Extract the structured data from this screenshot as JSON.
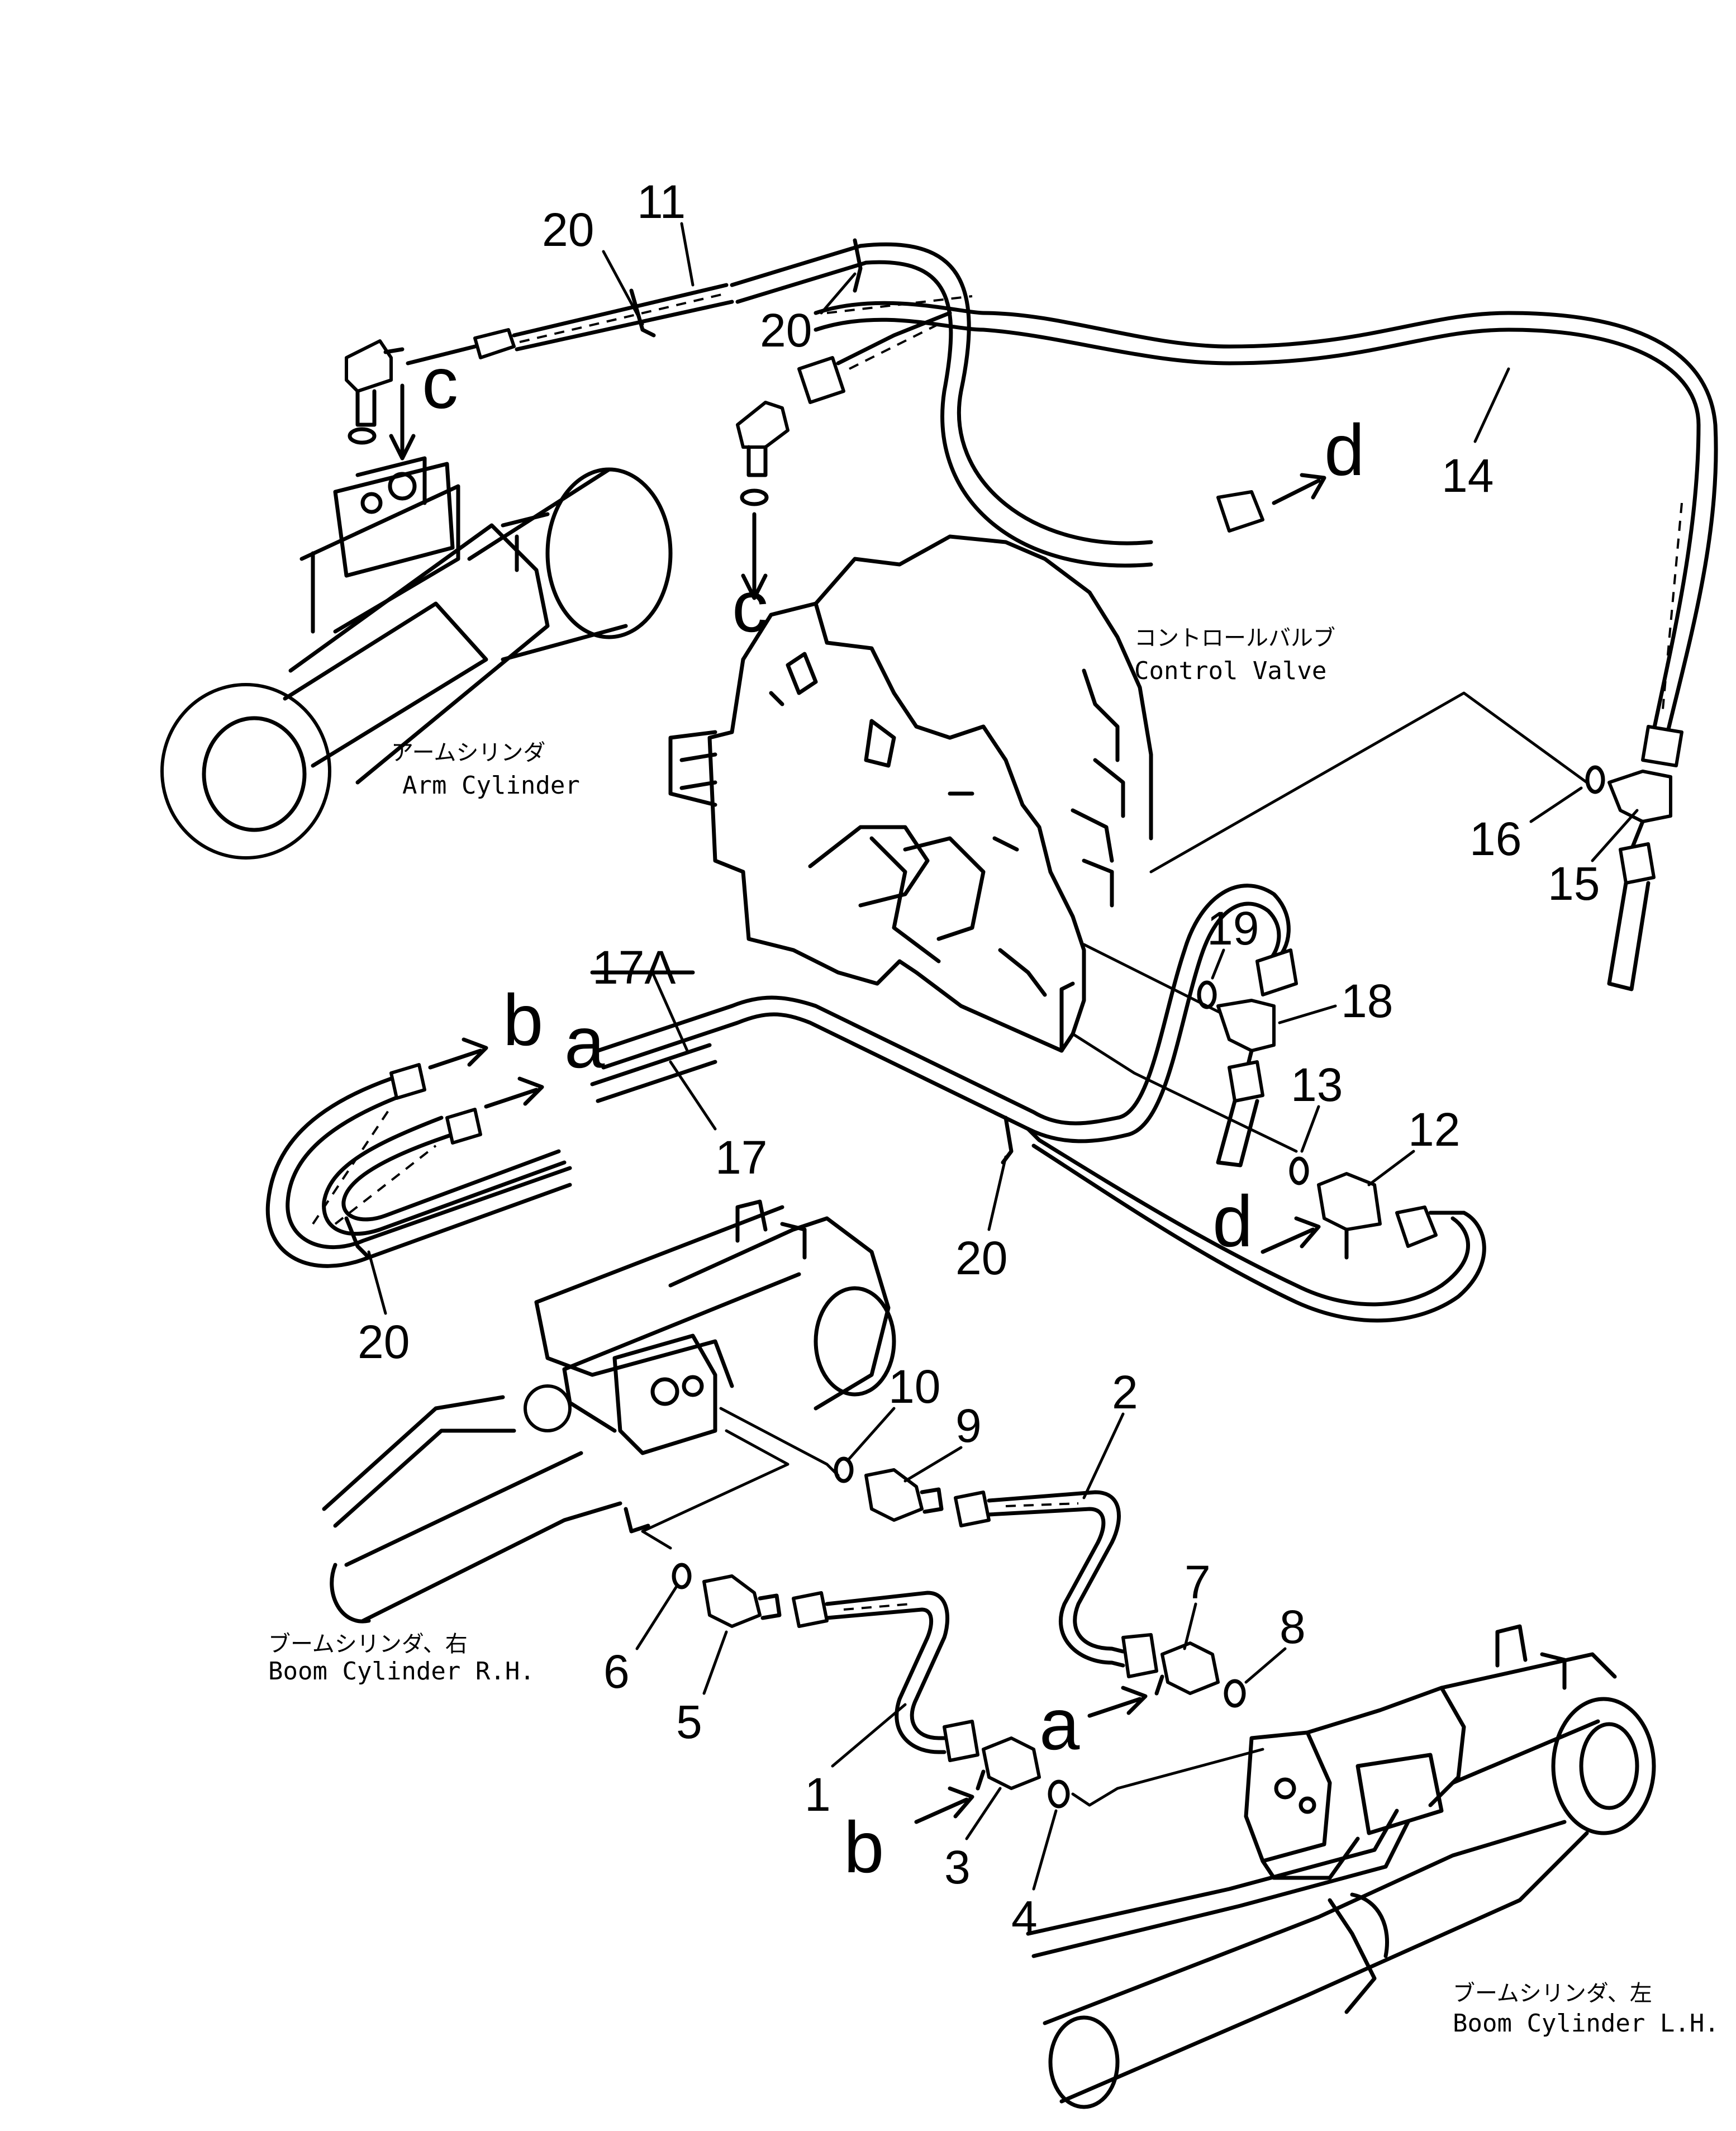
{
  "components": {
    "arm_cylinder": {
      "jp": "アームシリンダ",
      "en": "Arm Cylinder"
    },
    "control_valve": {
      "jp": "コントロールバルブ",
      "en": "Control Valve"
    },
    "boom_cylinder_rh": {
      "jp": "ブームシリンダ、右",
      "en": "Boom Cylinder  R.H."
    },
    "boom_cylinder_lh": {
      "jp": "ブームシリンダ、左",
      "en": "Boom Cylinder  L.H."
    }
  },
  "part_numbers": {
    "p1": "1",
    "p2": "2",
    "p3": "3",
    "p4": "4",
    "p5": "5",
    "p6": "6",
    "p7": "7",
    "p8": "8",
    "p9": "9",
    "p10": "10",
    "p11": "11",
    "p12": "12",
    "p13": "13",
    "p14": "14",
    "p15": "15",
    "p16": "16",
    "p17": "17",
    "p17a": "17A",
    "p18": "18",
    "p19": "19",
    "p20": "20"
  },
  "connection_letters": {
    "a": "a",
    "b": "b",
    "c": "c",
    "d": "d"
  }
}
